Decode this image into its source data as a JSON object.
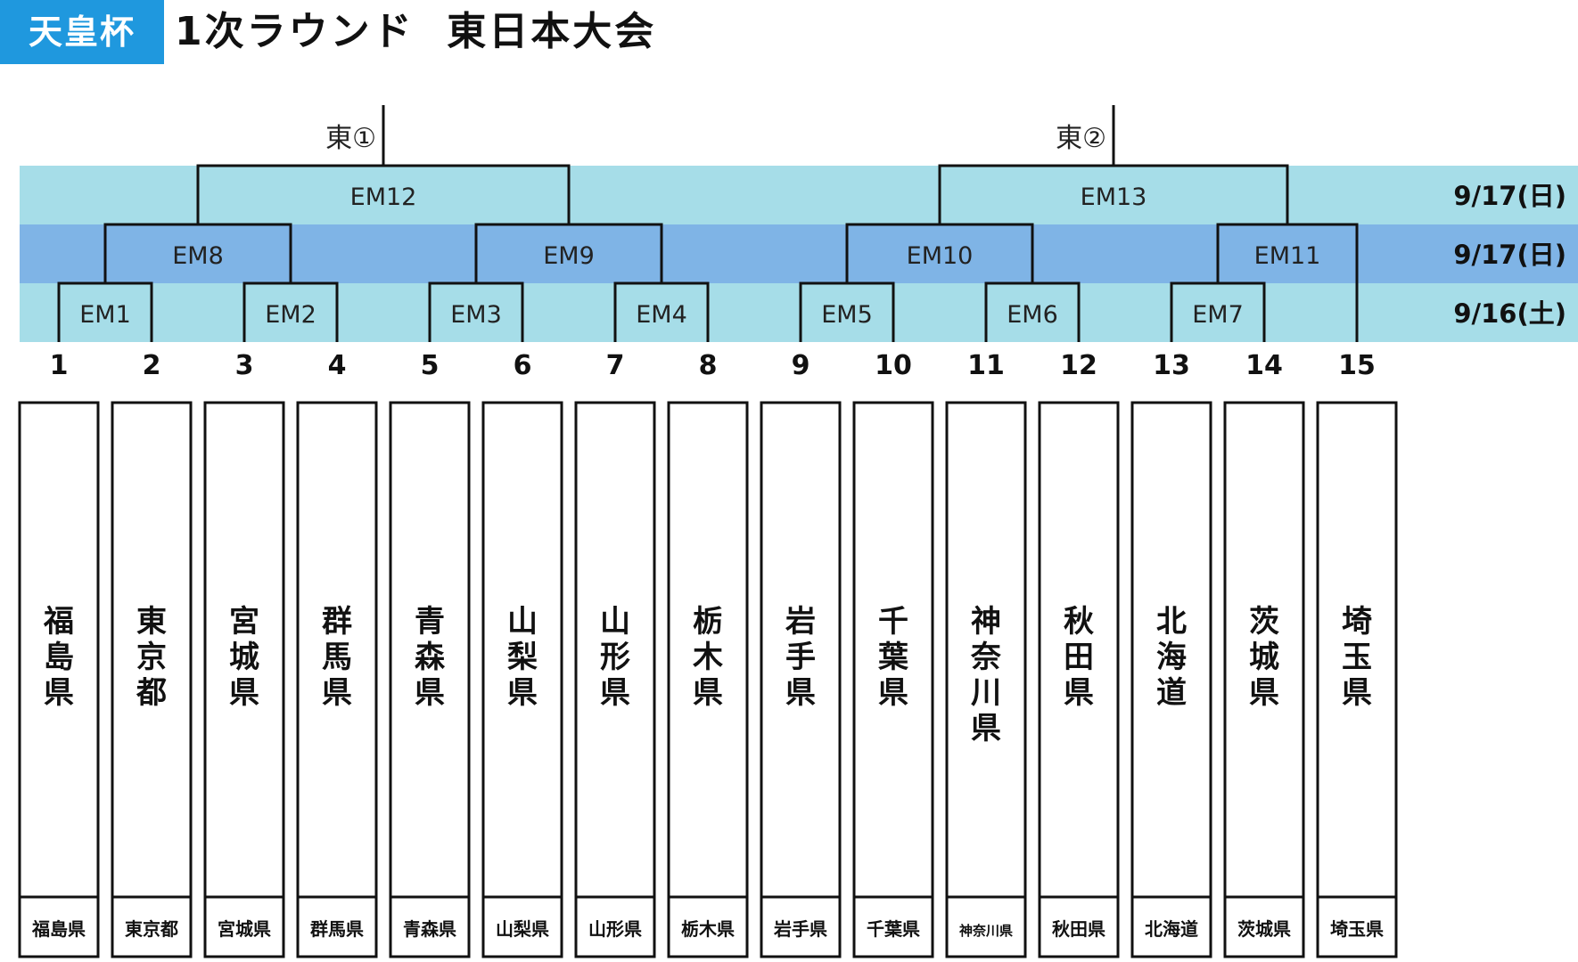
{
  "header": {
    "badge": "天皇杯",
    "title": "1次ラウンド  東日本大会"
  },
  "colors": {
    "badge_bg": "#1f98de",
    "band_light": "#a6dde8",
    "band_dark": "#7fb4e6",
    "line": "#111111"
  },
  "finals": [
    {
      "label": "東①",
      "match": "EM12"
    },
    {
      "label": "東②",
      "match": "EM13"
    }
  ],
  "rounds": [
    {
      "id": "round-3",
      "date": "9/17(日)",
      "matches": [
        "EM12",
        "EM13"
      ]
    },
    {
      "id": "round-2",
      "date": "9/17(日)",
      "matches": [
        "EM8",
        "EM9",
        "EM10",
        "EM11"
      ]
    },
    {
      "id": "round-1",
      "date": "9/16(土)",
      "matches": [
        "EM1",
        "EM2",
        "EM3",
        "EM4",
        "EM5",
        "EM6",
        "EM7"
      ]
    }
  ],
  "teams": [
    {
      "num": "1",
      "name": "福島県",
      "small": "福島県"
    },
    {
      "num": "2",
      "name": "東京都",
      "small": "東京都"
    },
    {
      "num": "3",
      "name": "宮城県",
      "small": "宮城県"
    },
    {
      "num": "4",
      "name": "群馬県",
      "small": "群馬県"
    },
    {
      "num": "5",
      "name": "青森県",
      "small": "青森県"
    },
    {
      "num": "6",
      "name": "山梨県",
      "small": "山梨県"
    },
    {
      "num": "7",
      "name": "山形県",
      "small": "山形県"
    },
    {
      "num": "8",
      "name": "栃木県",
      "small": "栃木県"
    },
    {
      "num": "9",
      "name": "岩手県",
      "small": "岩手県"
    },
    {
      "num": "10",
      "name": "千葉県",
      "small": "千葉県"
    },
    {
      "num": "11",
      "name": "神奈川県",
      "small": "神奈川県"
    },
    {
      "num": "12",
      "name": "秋田県",
      "small": "秋田県"
    },
    {
      "num": "13",
      "name": "北海道",
      "small": "北海道"
    },
    {
      "num": "14",
      "name": "茨城県",
      "small": "茨城県"
    },
    {
      "num": "15",
      "name": "埼玉県",
      "small": "埼玉県"
    }
  ]
}
